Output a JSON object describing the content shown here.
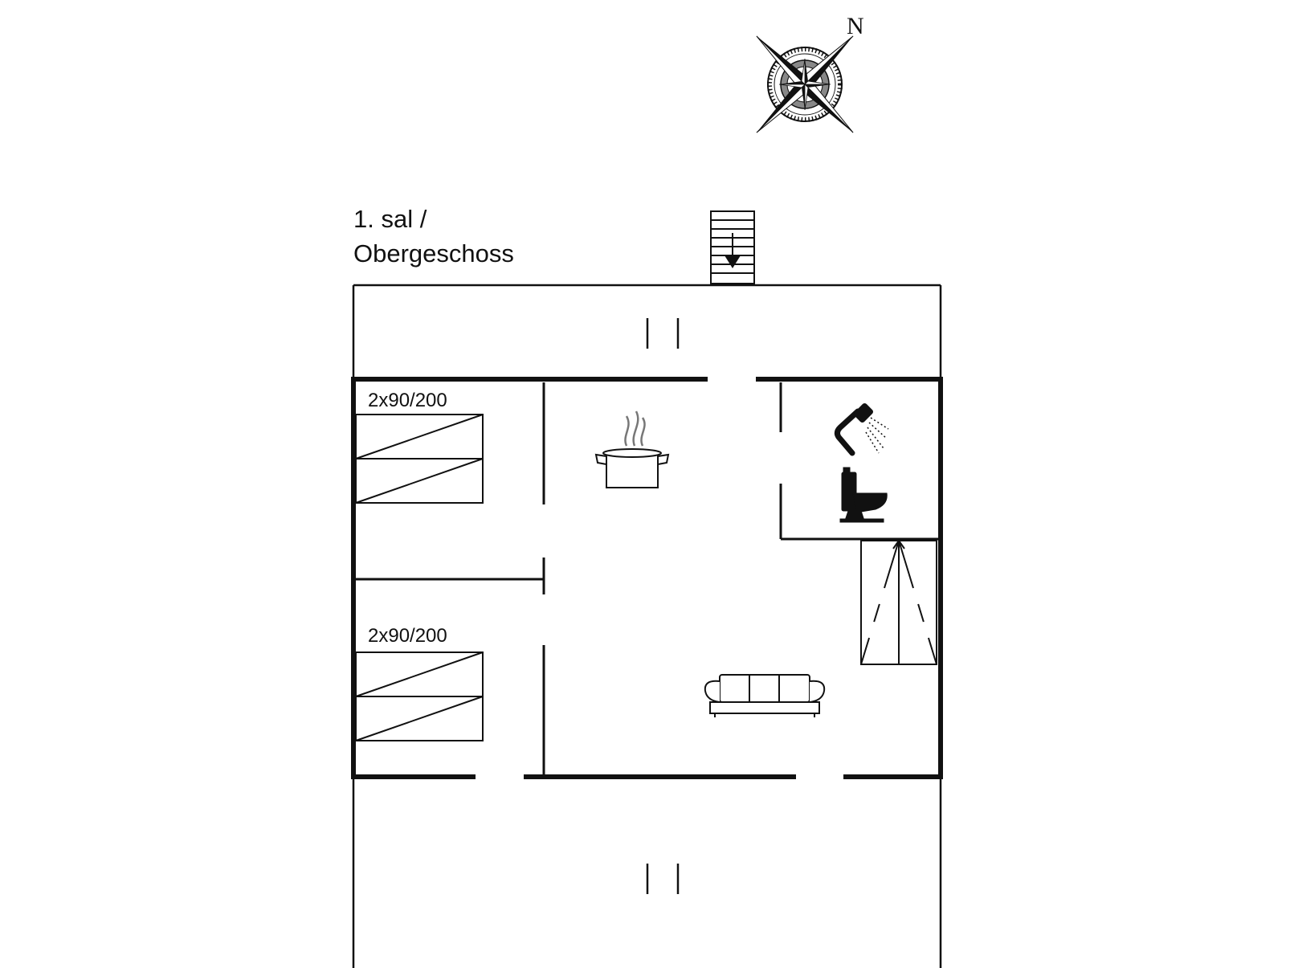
{
  "title": {
    "line1": "1. sal /",
    "line2": "Obergeschoss"
  },
  "compass": {
    "north_label": "N"
  },
  "rooms": {
    "bedroom_top": {
      "bed_label": "2x90/200",
      "icon": "twin-bed-icon"
    },
    "bedroom_bottom": {
      "bed_label": "2x90/200",
      "icon": "twin-bed-icon"
    },
    "kitchen": {
      "icon": "cooking-pot-icon"
    },
    "bathroom": {
      "icons": [
        "shower-icon",
        "toilet-icon"
      ]
    },
    "living_room": {
      "icon": "sofa-icon"
    },
    "stairs_top": {
      "icon": "stairs-down-icon"
    },
    "stairs_inner": {
      "icon": "stairs-icon"
    }
  },
  "colors": {
    "line": "#111111",
    "background": "#ffffff"
  }
}
